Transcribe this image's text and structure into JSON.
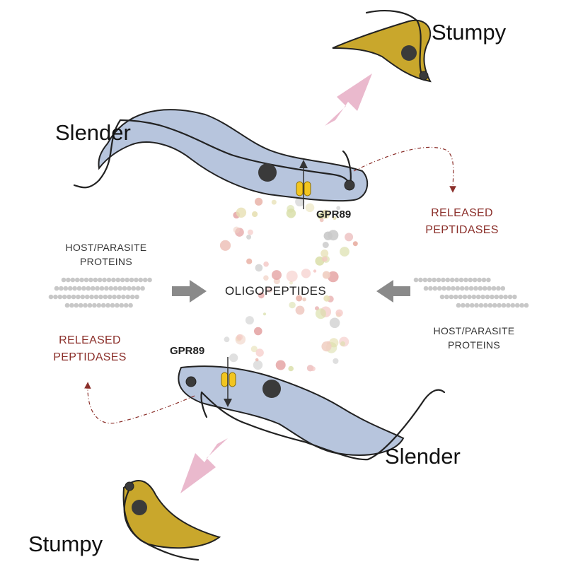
{
  "labels": {
    "stumpy_top": "Stumpy",
    "stumpy_bottom": "Stumpy",
    "slender_top": "Slender",
    "slender_bottom": "Slender",
    "gpr89_top": "GPR89",
    "gpr89_bottom": "GPR89",
    "oligopeptides": "OLIGOPEPTIDES",
    "released_peptidases_right": [
      "RELEASED",
      "PEPTIDASES"
    ],
    "released_peptidases_left": [
      "RELEASED",
      "PEPTIDASES"
    ],
    "host_parasite_left": [
      "HOST/PARASITE",
      "PROTEINS"
    ],
    "host_parasite_right": [
      "HOST/PARASITE",
      "PROTEINS"
    ]
  },
  "colors": {
    "slender_body": "#b7c5dd",
    "stumpy_body": "#c9a72c",
    "outline": "#222222",
    "nucleus": "#3a3a3a",
    "receptor": "#f2c51f",
    "transition_arrow": "#eab9cd",
    "gray_arrow": "#8a8a8a",
    "peptidase_red": "#8b2f2a",
    "protein_chain": "#c8c8c8",
    "dot_palette": [
      "#f4c6c3",
      "#e8b0a5",
      "#e7e0b4",
      "#d9dea8",
      "#c9c9c9",
      "#f0cfc2",
      "#e6a9a9"
    ]
  }
}
